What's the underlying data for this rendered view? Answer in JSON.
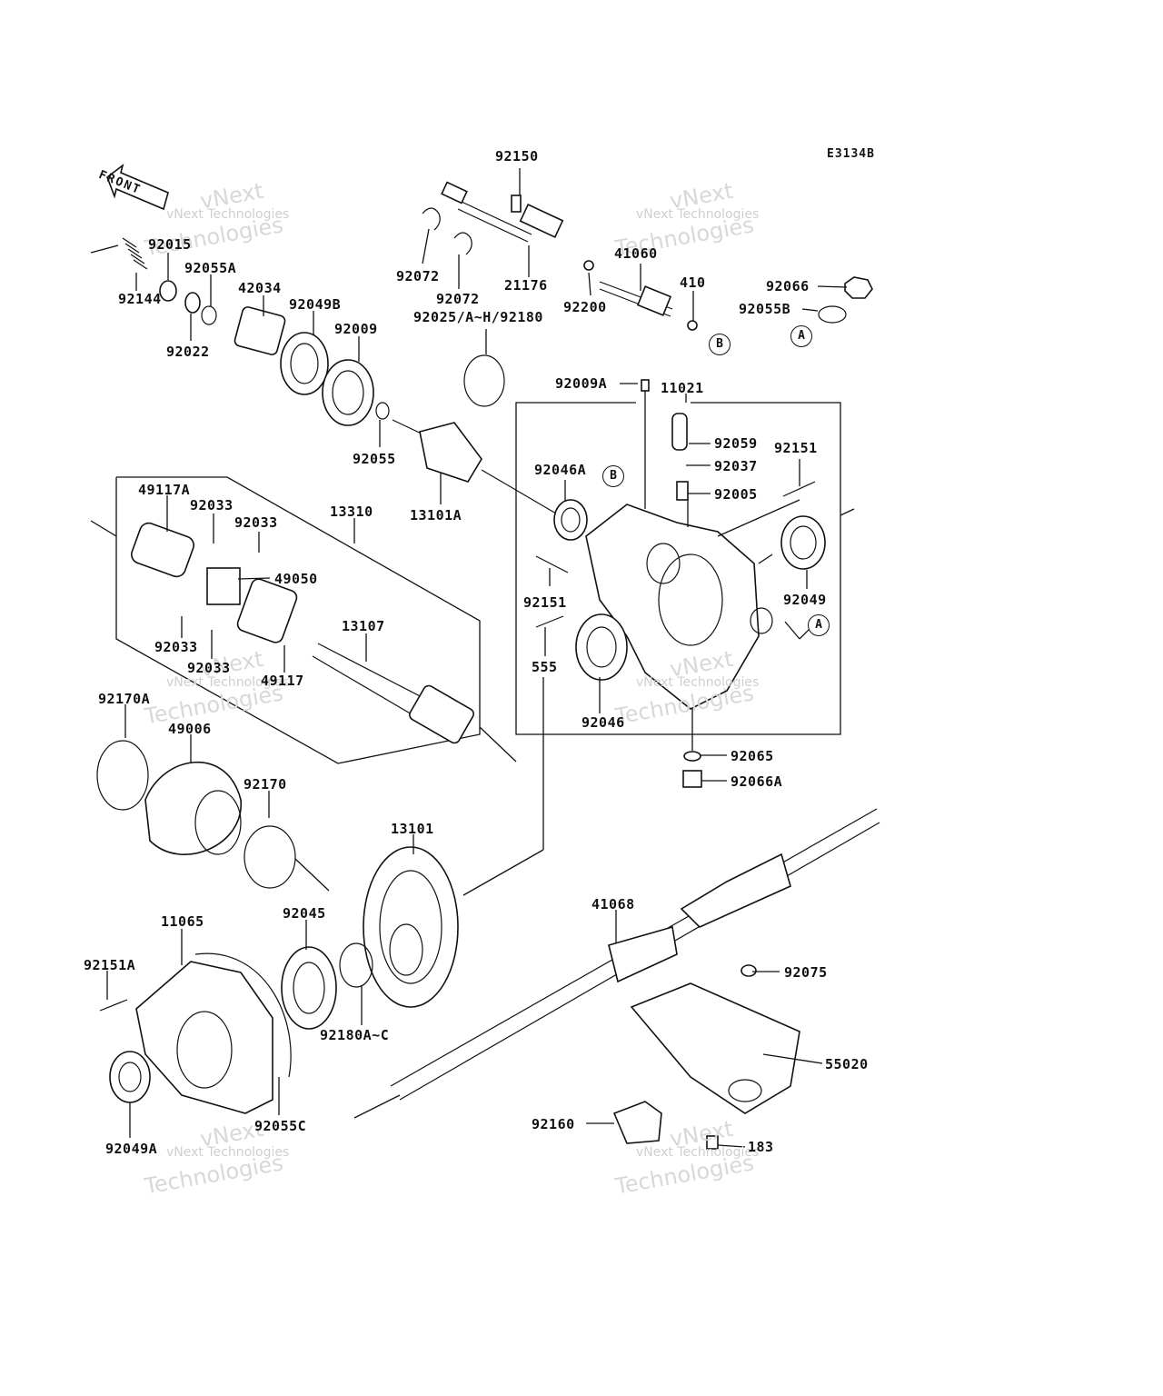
{
  "diagram": {
    "code": "E3134B",
    "front_label": "FRONT",
    "watermark": {
      "line1": "vNext Technologies",
      "line2": "vNext",
      "line3": "Technologies"
    },
    "reference_markers": {
      "a": "A",
      "b": "B"
    },
    "parts": {
      "p92150": "92150",
      "p92072_upper": "92072",
      "p92072_lower": "92072",
      "p21176": "21176",
      "p41060": "41060",
      "p92200": "92200",
      "p410": "410",
      "p92066": "92066",
      "p92055B": "92055B",
      "p92015": "92015",
      "p92055A": "92055A",
      "p42034": "42034",
      "p92049B": "92049B",
      "p92009": "92009",
      "p92144": "92144",
      "p92022": "92022",
      "p92025": "92025/A~H/92180",
      "p92055": "92055",
      "p13101A": "13101A",
      "p92009A": "92009A",
      "p11021": "11021",
      "p92059": "92059",
      "p92037": "92037",
      "p92005": "92005",
      "p92151_right": "92151",
      "p92046A": "92046A",
      "p92151_left": "92151",
      "p92049": "92049",
      "p555": "555",
      "p92046": "92046",
      "p92065": "92065",
      "p92066A": "92066A",
      "p49117A": "49117A",
      "p92033_1": "92033",
      "p92033_2": "92033",
      "p13310": "13310",
      "p49050": "49050",
      "p13107": "13107",
      "p92033_3": "92033",
      "p92033_4": "92033",
      "p49117": "49117",
      "p92170A": "92170A",
      "p49006": "49006",
      "p92170": "92170",
      "p13101": "13101",
      "p41068": "41068",
      "p11065": "11065",
      "p92045": "92045",
      "p92151A": "92151A",
      "p92075": "92075",
      "p92180AC": "92180A~C",
      "p55020": "55020",
      "p92049A": "92049A",
      "p92055C": "92055C",
      "p92160": "92160",
      "p183": "183"
    }
  }
}
